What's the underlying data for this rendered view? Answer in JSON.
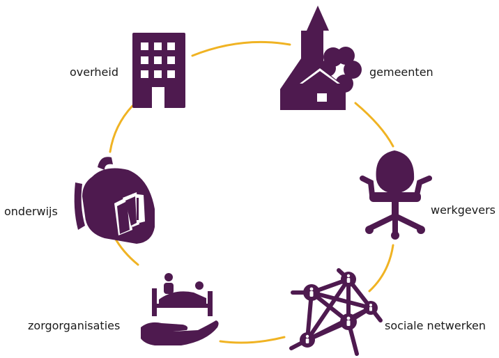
{
  "colors": {
    "icon": "#4e1a4f",
    "ring": "#f0b323",
    "text": "#1a1a1a",
    "background": "#ffffff"
  },
  "nodes": [
    {
      "id": "overheid",
      "label": "overheid",
      "icon": "office-building-icon"
    },
    {
      "id": "gemeenten",
      "label": "gemeenten",
      "icon": "church-house-tree-icon"
    },
    {
      "id": "werkgevers",
      "label": "werkgevers",
      "icon": "office-chair-icon"
    },
    {
      "id": "sociale-netwerken",
      "label": "sociale netwerken",
      "icon": "people-network-icon"
    },
    {
      "id": "zorgorganisaties",
      "label": "zorgorganisaties",
      "icon": "hospital-bed-hand-icon"
    },
    {
      "id": "onderwijs",
      "label": "onderwijs",
      "icon": "school-backpack-icon"
    }
  ]
}
